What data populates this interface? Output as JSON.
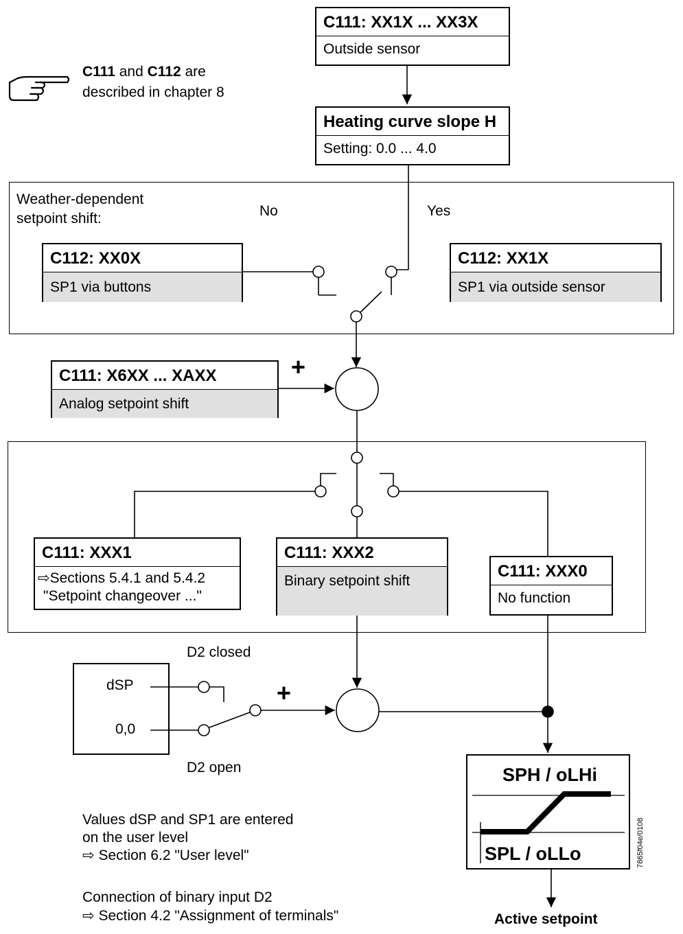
{
  "note": {
    "c111": "C111",
    "and": " and ",
    "c112": "C112",
    "are": " are",
    "line2": "described in chapter 8"
  },
  "boxes": {
    "outside_sensor": {
      "header": "C111: XX1X ... XX3X",
      "body": "Outside sensor"
    },
    "heating_curve": {
      "header": "Heating curve slope H",
      "body": "Setting: 0.0 ... 4.0"
    },
    "c112_xx0x": {
      "header": "C112: XX0X",
      "body": "SP1 via buttons"
    },
    "c112_xx1x": {
      "header": "C112: XX1X",
      "body": "SP1 via outside sensor"
    },
    "analog_shift": {
      "header": "C111: X6XX ... XAXX",
      "body": "Analog setpoint shift"
    },
    "c111_xxx1": {
      "header": "C111: XXX1",
      "body_line1": "Sections 5.4.1 and 5.4.2",
      "body_line2": "\"Setpoint changeover ...\""
    },
    "c111_xxx2": {
      "header": "C111: XXX2",
      "body": "Binary setpoint shift"
    },
    "c111_xxx0": {
      "header": "C111: XXX0",
      "body": "No function"
    }
  },
  "weather": {
    "label_line1": "Weather-dependent",
    "label_line2": "setpoint shift:",
    "no": "No",
    "yes": "Yes"
  },
  "plus_signs": [
    "+",
    "+"
  ],
  "d2": {
    "closed": "D2 closed",
    "open": "D2 open",
    "dsp": "dSP",
    "zero": "0,0"
  },
  "limiter": {
    "high": "SPH / oLHi",
    "low": "SPL / oLLo"
  },
  "output": "Active setpoint",
  "figure_id": "7865f04e/0108",
  "footnotes": {
    "values_line1": "Values dSP and SP1 are entered",
    "values_line2": "on the user level",
    "values_ref": "Section 6.2 \"User level\"",
    "conn_line1": "Connection of binary input D2",
    "conn_ref": "Section 4.2 \"Assignment of terminals\""
  },
  "icons": {
    "note": "pointing-hand-icon",
    "reference": "arrow-reference-icon"
  },
  "colors": {
    "gray_fill": "#e0e0e0",
    "line": "#000000"
  }
}
